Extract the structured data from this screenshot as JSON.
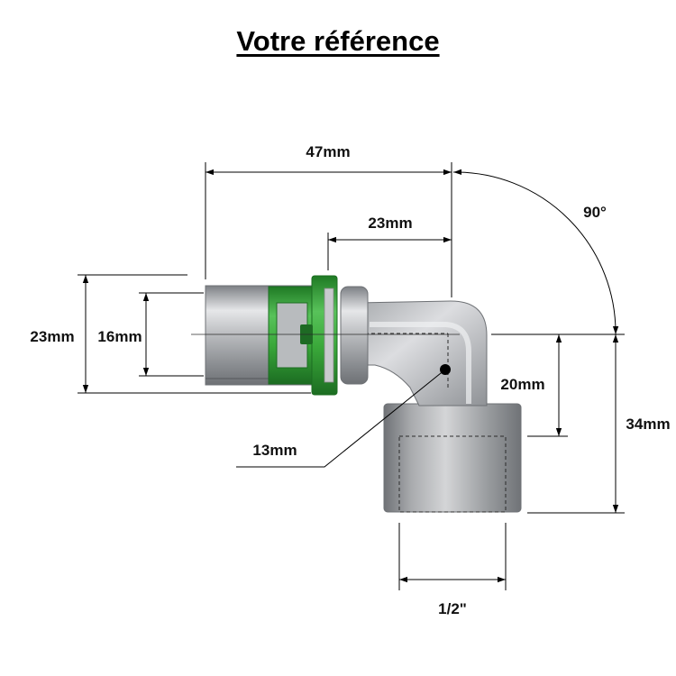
{
  "title": "Votre référence",
  "dimensions": {
    "overall_length": "47mm",
    "socket_length": "23mm",
    "angle": "90°",
    "outer_diameter": "23mm",
    "inner_diameter": "16mm",
    "bore_diameter": "13mm",
    "drop_to_thread": "20mm",
    "total_height": "34mm",
    "thread_size": "1/2\""
  },
  "colors": {
    "metal_dark": "#8c8f93",
    "metal_light": "#d9dbde",
    "press_ring_green": "#3aa83a",
    "dimension_line": "#000000"
  }
}
